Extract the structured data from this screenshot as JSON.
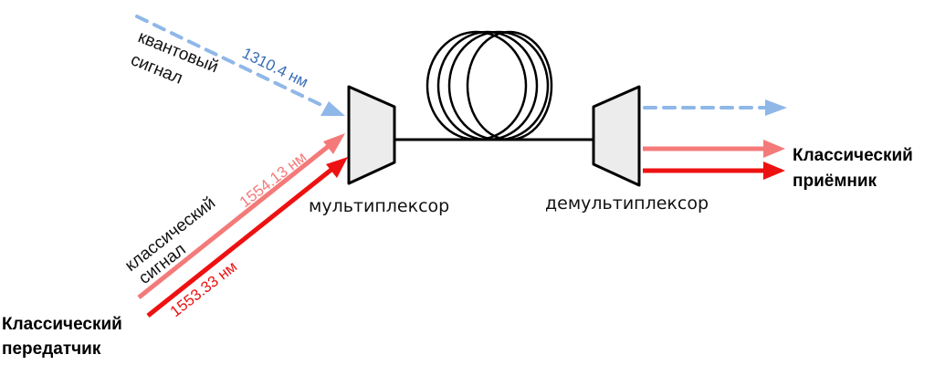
{
  "labels": {
    "quantum_signal_line1": "квантовый",
    "quantum_signal_line2": "сигнал",
    "quantum_wavelength": "1310.4 нм",
    "classical_signal_line1": "классический",
    "classical_signal_line2": "сигнал",
    "classical_wavelength_1": "1554.13 нм",
    "classical_wavelength_2": "1553.33 нм",
    "multiplexer": "мультиплексор",
    "demultiplexer": "демультиплексор",
    "transmitter_line1": "Классический",
    "transmitter_line2": "передатчик",
    "receiver_line1": "Классический",
    "receiver_line2": "приёмник"
  },
  "colors": {
    "quantum": "#8fb7e8",
    "quantum_text": "#3a6eb5",
    "classical_light": "#f47a7a",
    "classical_dark": "#ee1111",
    "device_fill": "#ececec",
    "line": "#000000"
  },
  "icons": {
    "fiber_spool": "fiber-spool-icon",
    "multiplexer": "trapezoid-multiplexer-icon",
    "demultiplexer": "trapezoid-demultiplexer-icon"
  }
}
